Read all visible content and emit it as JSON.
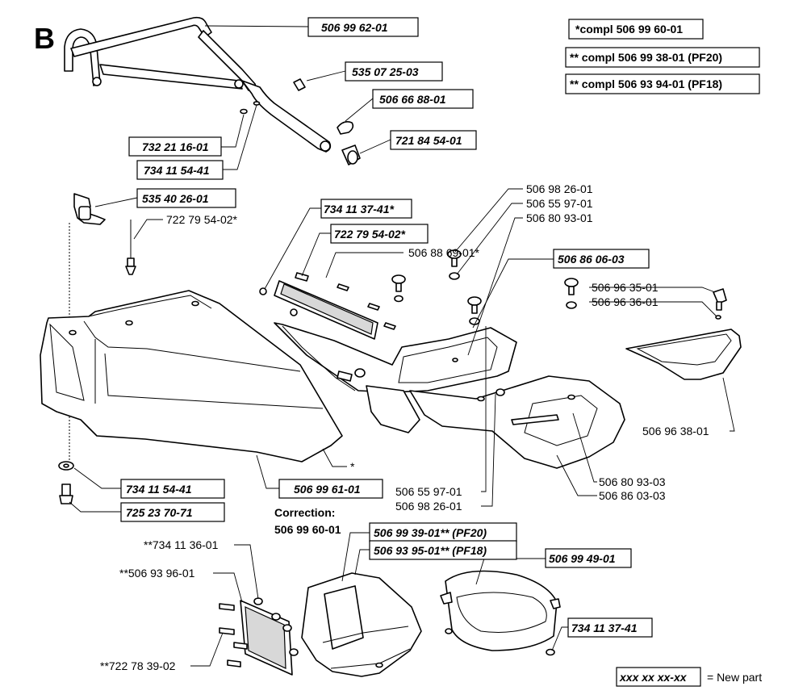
{
  "section_letter": "B",
  "assembly_notes": [
    "*compl 506 99 60-01",
    "** compl 506 99 38-01 (PF20)",
    "** compl 506 93 94-01 (PF18)"
  ],
  "boxed_labels": {
    "handle": "506 99 62-01",
    "bolt": "535 07 25-03",
    "clip": "506 66 88-01",
    "washer_a": "732 21 16-01",
    "washer_b": "734 11 54-41",
    "knob": "721 84 54-01",
    "lever": "535 40 26-01",
    "nut_top": "734 11 37-41*",
    "screw_top": "722 79 54-02*",
    "plate": "506 86 06-03",
    "washer_bottom": "734 11 54-41",
    "screw_bottom": "725 23 70-71",
    "housing": "506 99 61-01",
    "chute_pf20": "506 99 39-01** (PF20)",
    "chute_pf18": "506 93 95-01** (PF18)",
    "bracket": "506 99 49-01",
    "nut_bottom": "734 11 37-41"
  },
  "plain_labels": {
    "pin": "722 79 54-02*",
    "grille": "506 88 69-01*",
    "knob_a": "506 98 26-01",
    "washer_c": "506 55 97-01",
    "cover_top": "506 80 93-01",
    "plug": "506 96 35-01",
    "plug_washer": "506 96 36-01",
    "lid": "506 96 38-01",
    "asterisk": "*",
    "washer_c2": "506 55 97-01",
    "knob_a2": "506 98 26-01",
    "cover_bottom": "506 80 93-03",
    "base": "506 86 03-03",
    "nut_side": "**734 11 36-01",
    "grille_side": "**506 93 96-01",
    "screw_side": "**722 78 39-02"
  },
  "correction": {
    "title": "Correction:",
    "part": "506 99 60-01"
  },
  "legend": {
    "sample": "xxx xx xx-xx",
    "text": "= New part"
  }
}
